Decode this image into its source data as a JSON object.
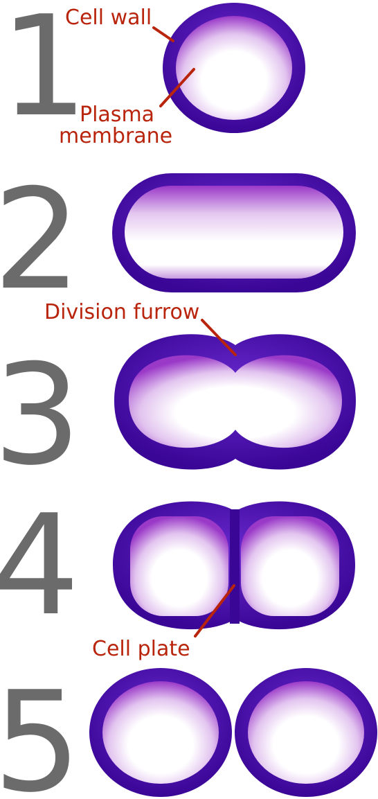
{
  "steps": [
    "1",
    "2",
    "3",
    "4",
    "5"
  ],
  "labels": {
    "cell_wall": "Cell wall",
    "plasma_membrane_line1": "Plasma",
    "plasma_membrane_line2": "membrane",
    "division_furrow": "Division furrow",
    "cell_plate": "Cell plate"
  },
  "colors": {
    "cell_wall": "#4f12b6",
    "cell_wall_dark": "#3a0696",
    "membrane_purple": "#9a38c8",
    "cytoplasm_white": "#ffffff",
    "label_text": "#b8240c",
    "step_number": "#6b6b6b"
  }
}
